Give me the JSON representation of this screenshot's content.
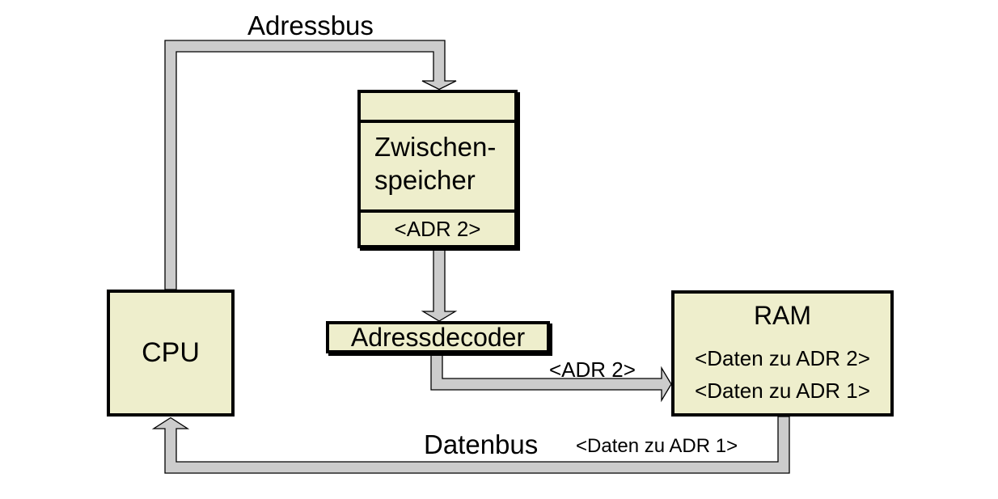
{
  "colors": {
    "background": "#ffffff",
    "node_fill": "#eeeecc",
    "bus_fill": "#cccccc",
    "outline": "#000000"
  },
  "nodes": {
    "cpu": {
      "label": "CPU"
    },
    "zwischenspeicher": {
      "line1": "Zwischen-",
      "line2": "speicher",
      "address_slot": "<ADR 2>"
    },
    "adressdecoder": {
      "label": "Adressdecoder"
    },
    "ram": {
      "title": "RAM",
      "row1": "<Daten zu ADR 2>",
      "row2": "<Daten zu ADR 1>"
    }
  },
  "bus_labels": {
    "adressbus": "Adressbus",
    "datenbus": "Datenbus",
    "adr2": "<ADR 2>",
    "daten_zu_adr1": "<Daten zu ADR 1>"
  }
}
